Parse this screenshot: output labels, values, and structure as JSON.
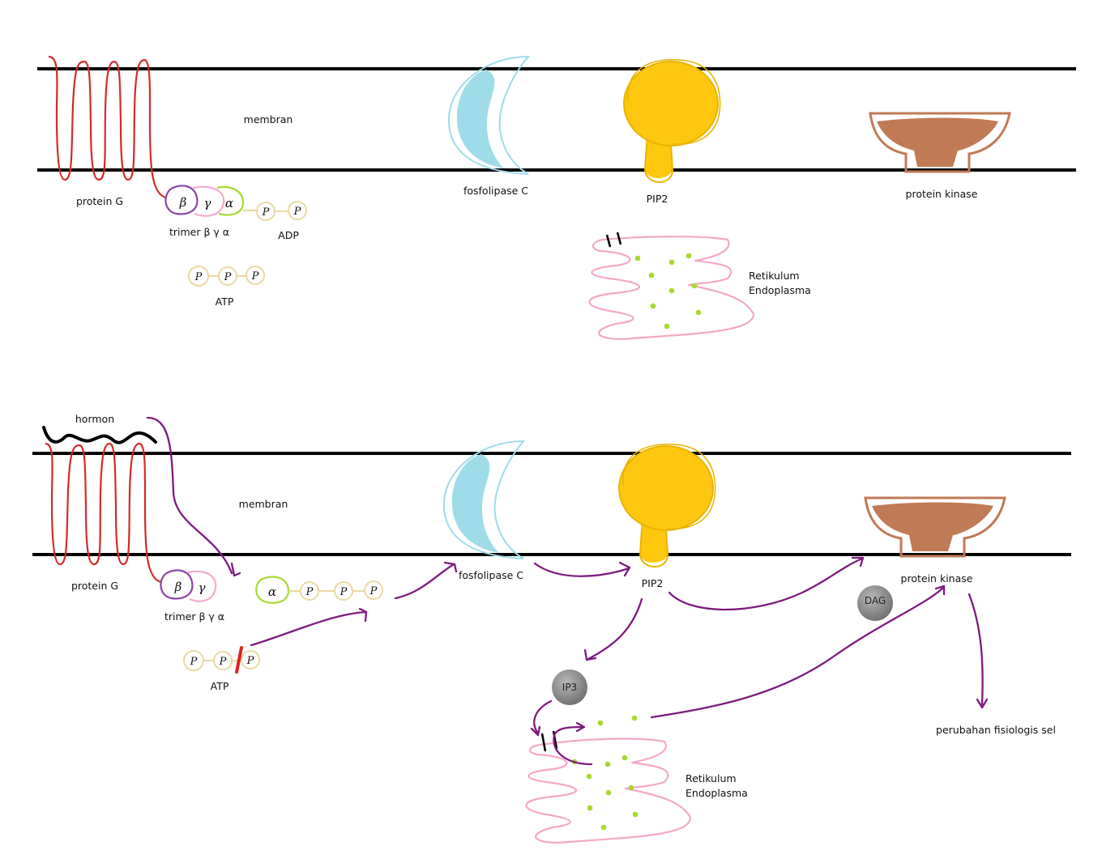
{
  "labels": {
    "membran": "membran",
    "protein_g": "protein G",
    "trimer": "trimer β γ α",
    "adp": "ADP",
    "atp": "ATP",
    "fosfolipase_c": "fosfolipase C",
    "pip2": "PIP2",
    "protein_kinase": "protein kinase",
    "retikulum_line1": "Retikulum",
    "retikulum_line2": "Endoplasma",
    "hormon": "hormon",
    "dag": "DAG",
    "ip3": "IP3",
    "perubahan": "perubahan fisiologis sel"
  },
  "subunits": {
    "beta": "β",
    "gamma": "γ",
    "alpha": "α",
    "phosphate": "P"
  },
  "colors": {
    "membrane": "#000000",
    "receptor": "#d42a2a",
    "beta_subunit": "#8a44a8",
    "gamma_subunit": "#f4aacd",
    "alpha_subunit": "#a8d830",
    "phosphate": "#ead9a2",
    "phospholipase": "#9fdcea",
    "pip2": "#ffc80f",
    "kinase": "#c07a55",
    "er": "#f4a8c8",
    "calcium": "#a8d830",
    "arrow": "#7d1a7d",
    "messenger": "#888888"
  }
}
